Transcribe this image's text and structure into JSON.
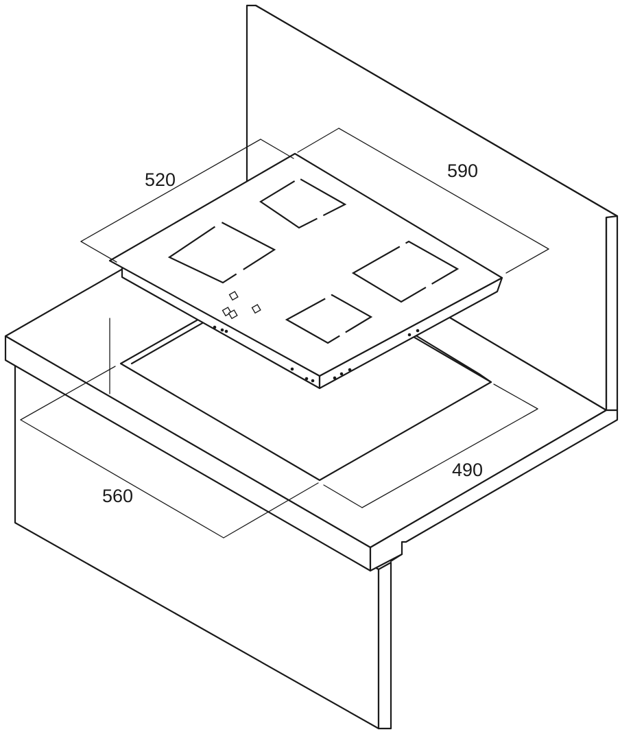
{
  "diagram": {
    "dimensions": {
      "hob_depth": "520",
      "hob_width": "590",
      "cutout_depth": "490",
      "cutout_width": "560"
    },
    "stroke_color": "#1a1a1a",
    "background_color": "#ffffff"
  }
}
